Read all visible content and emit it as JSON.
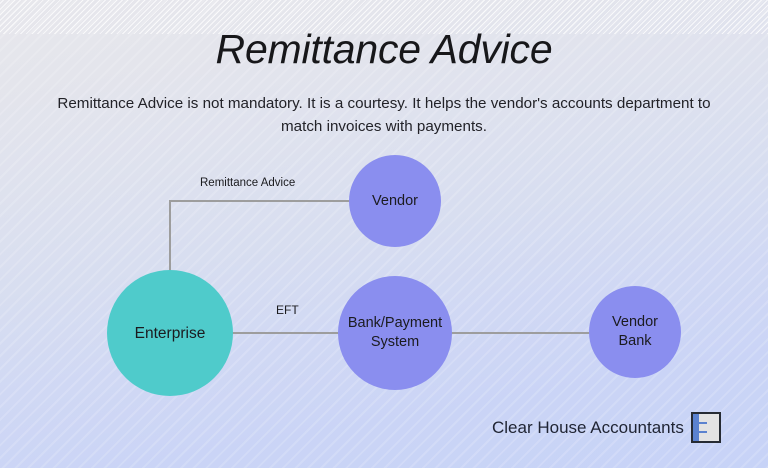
{
  "slide": {
    "title": "Remittance Advice",
    "subtitle": "Remittance Advice is not mandatory. It is a courtesy. It helps the vendor's accounts department to match invoices with payments.",
    "background_top_color": "#e7e7ec",
    "background_bottom_color": "#c7d3f7"
  },
  "diagram": {
    "nodes": [
      {
        "id": "enterprise",
        "label": "Enterprise",
        "color": "#4fcbcb"
      },
      {
        "id": "vendor",
        "label": "Vendor",
        "color": "#8a8eef"
      },
      {
        "id": "bank",
        "label": "Bank/Payment\nSystem",
        "color": "#8a8eef"
      },
      {
        "id": "vendor_bank",
        "label": "Vendor\nBank",
        "color": "#8a8eef"
      }
    ],
    "edges": [
      {
        "from": "enterprise",
        "to": "vendor",
        "label": "Remittance Advice",
        "style": "elbow"
      },
      {
        "from": "enterprise",
        "to": "bank",
        "label": "EFT",
        "style": "straight"
      },
      {
        "from": "bank",
        "to": "vendor_bank",
        "label": "",
        "style": "straight"
      }
    ],
    "connector_color": "#9d9d9d"
  },
  "brand": {
    "name": "Clear House Accountants",
    "mark_primary_color": "#5b82cf",
    "mark_secondary_color": "#e3e3e3",
    "mark_border_color": "#262b33"
  }
}
